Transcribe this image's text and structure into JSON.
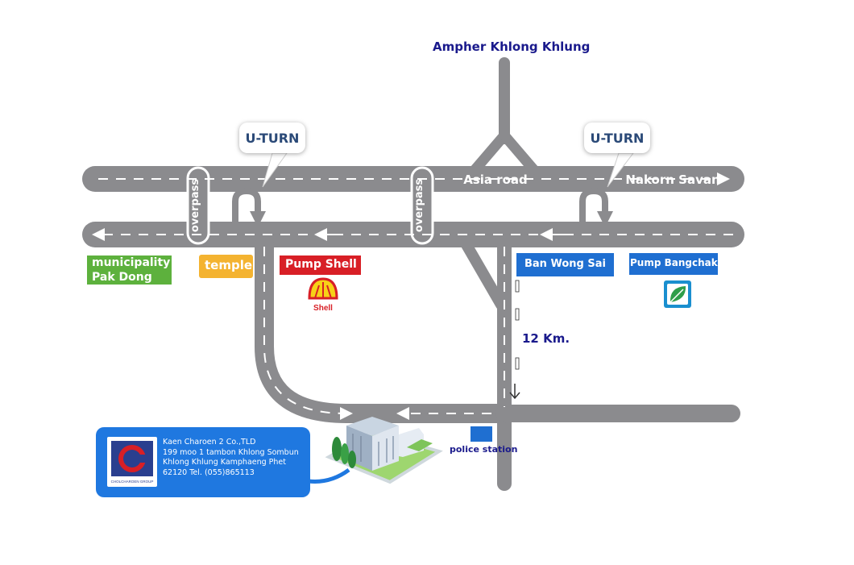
{
  "title": "Ampher Khlong Khlung",
  "roads": {
    "asia_road": "Asia road",
    "nakorn_savan": "Nakorn Savan",
    "overpass": "overpass"
  },
  "uturn": "U-TURN",
  "distance": "12 Km.",
  "landmarks": {
    "municipality_line1": "municipality",
    "municipality_line2": "Pak Dong",
    "temple": "temple",
    "pump_shell": "Pump Shell",
    "shell_logo_text": "Shell",
    "ban_wong_sai": "Ban Wong Sai",
    "pump_bangchak": "Pump Bangchak",
    "police_station": "police station"
  },
  "company": {
    "name": "Kaen Charoen 2 Co.,TLD",
    "address_line1": "199 moo 1 tambon Khlong Sombun",
    "address_line2": "Khlong Khlung Kamphaeng Phet",
    "address_line3": "62120 Tel. (055)865113",
    "logo_caption": "CHOLCHAROEN GROUP"
  },
  "colors": {
    "road": "#8b8b8e",
    "road_marking": "#ffffff",
    "title_text": "#1a1a8c",
    "bubble_text": "#2b4a78",
    "municipality_bg": "#5db13d",
    "temple_bg": "#f4b330",
    "shell_bg": "#d81f26",
    "ban_wong_sai_bg": "#1f6fd1",
    "bangchak_bg": "#1f6fd1",
    "police_marker": "#1f6fd1",
    "company_card": "#1f78e0"
  }
}
